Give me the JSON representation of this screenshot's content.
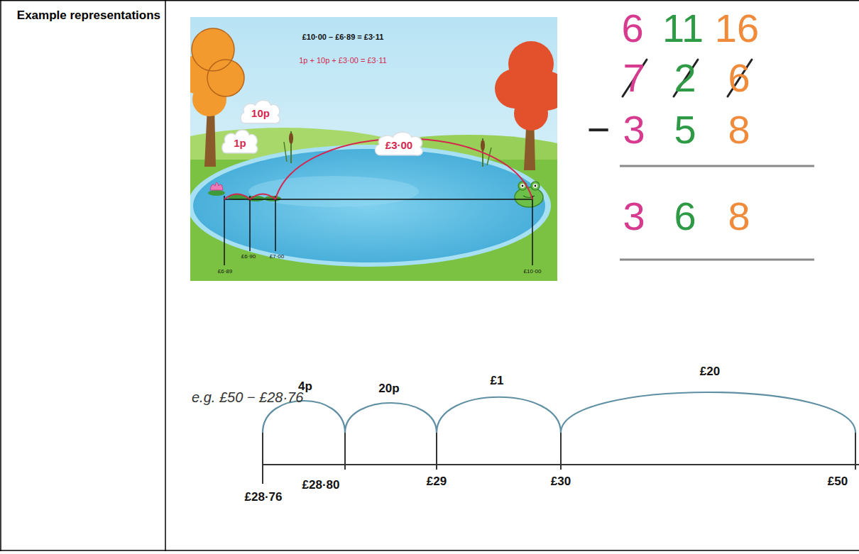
{
  "diagram": {
    "nodes": [
      {
        "text": [
          "10p"
        ]
      },
      {
        "text": [
          "1p"
        ]
      },
      {
        "text": [
          "£3·00"
        ]
      }
    ],
    "labels": [
      "Example representations",
      "£10·00 – £6·89 = £3·11",
      "1p + 10p + £3·00 = £3·11",
      "£6·89",
      "£6·90",
      "£7·00",
      "£10·00",
      "6",
      "11",
      "16",
      "7",
      "2",
      "6",
      "−",
      "3",
      "5",
      "8",
      "3",
      "6",
      "8",
      "e.g. £50 − £28·76",
      "4p",
      "20p",
      "£1",
      "£20",
      "£28·76",
      "£28·80",
      "£29",
      "£30",
      "£50"
    ]
  }
}
